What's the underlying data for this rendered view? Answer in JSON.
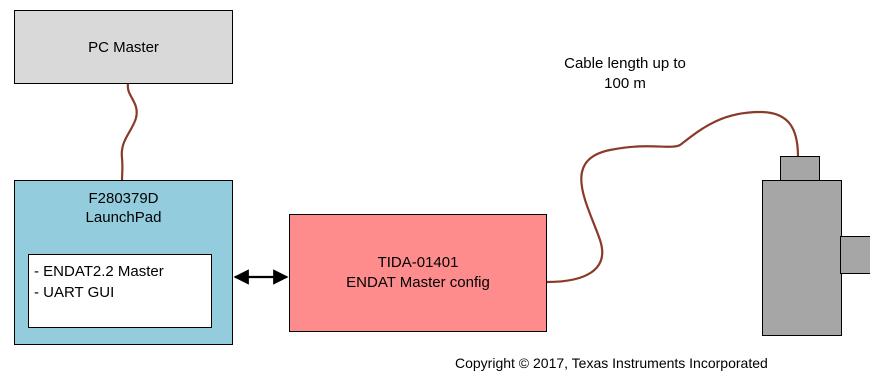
{
  "pc_master": {
    "label": "PC Master"
  },
  "launchpad": {
    "title_line1": "F280379D",
    "title_line2": "LaunchPad",
    "features": [
      "- ENDAT2.2 Master",
      "- UART GUI"
    ]
  },
  "tida": {
    "line1": "TIDA-01401",
    "line2": "ENDAT Master config"
  },
  "cable": {
    "line1": "Cable length up to",
    "line2": "100 m"
  },
  "copyright": "Copyright © 2017, Texas Instruments Incorporated",
  "colors": {
    "pc_master_fill": "#d9d9d9",
    "launchpad_fill": "#93cddd",
    "tida_fill": "#ff8c8c",
    "encoder_fill": "#a6a6a6",
    "cable_color": "#8b3a2a"
  }
}
